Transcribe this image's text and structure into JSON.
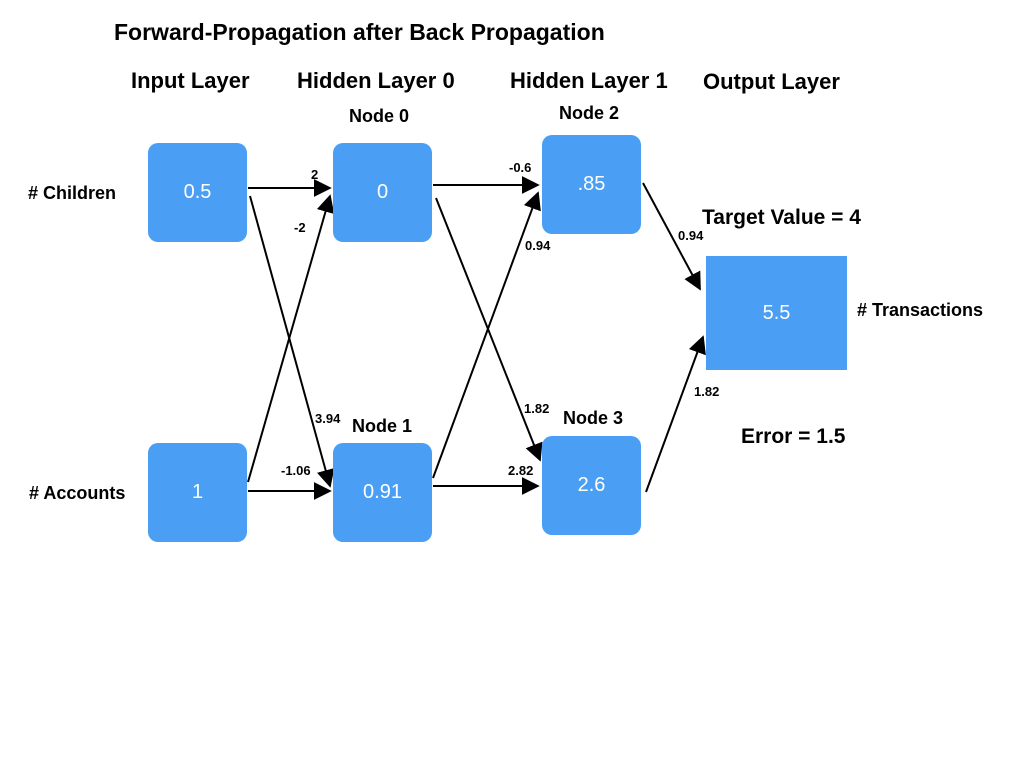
{
  "title": "Forward-Propagation after Back Propagation",
  "layers": {
    "input": "Input Layer",
    "hidden0": "Hidden Layer 0",
    "hidden1": "Hidden Layer 1",
    "output": "Output Layer"
  },
  "inputs": {
    "children": {
      "label": "# Children",
      "value": "0.5"
    },
    "accounts": {
      "label": "# Accounts",
      "value": "1"
    }
  },
  "hidden0": {
    "node0": {
      "label": "Node 0",
      "value": "0"
    },
    "node1": {
      "label": "Node 1",
      "value": "0.91"
    }
  },
  "hidden1": {
    "node2": {
      "label": "Node 2",
      "value": ".85"
    },
    "node3": {
      "label": "Node 3",
      "value": "2.6"
    }
  },
  "output": {
    "label": "# Transactions",
    "value": "5.5"
  },
  "target": "Target Value = 4",
  "error": "Error = 1.5",
  "weights": {
    "children_node0": "2",
    "accounts_node0": "-2",
    "children_node1": "3.94",
    "accounts_node1": "-1.06",
    "node0_node2": "-0.6",
    "node1_node2": "0.94",
    "node0_node3": "1.82",
    "node1_node3": "2.82",
    "node2_out": "0.94",
    "node3_out": "1.82"
  },
  "colors": {
    "node": "#4a9ff5",
    "node_text": "#ffffff",
    "edge": "#000000"
  }
}
